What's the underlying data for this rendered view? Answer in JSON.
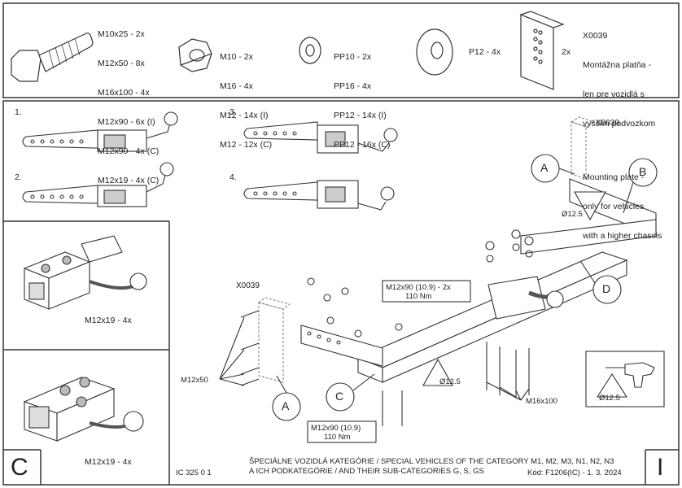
{
  "header": {
    "bolt_list": [
      "M10x25 - 2x",
      "M12x50 - 8x",
      "M16x100 - 4x",
      "M12x90 - 6x (I)",
      "M12x90 - 4x (C)",
      "M12x19 - 4x (C)"
    ],
    "nut_list": [
      "M10 - 2x",
      "M16 - 4x",
      "M12 - 14x (I)",
      "M12 - 12x (C)"
    ],
    "washer_list": [
      "PP10 - 2x",
      "PP16 - 4x",
      "PP12 - 14x (I)",
      "PP12 - 16x (C)"
    ],
    "big_washer": "P12 - 4x",
    "plate_qty": "2x",
    "plate_code": "X0039",
    "plate_desc_sk": [
      "Montážna platňa -",
      "len pre vozidlá s",
      "vyšším podvozkom"
    ],
    "plate_desc_en": [
      "Mounting plate -",
      "only for vehicles",
      "with a higher chassis"
    ]
  },
  "variants": [
    "1.",
    "2.",
    "3.",
    "4."
  ],
  "details": {
    "bolt_label_1": "M12x19 - 4x",
    "bolt_label_2": "M12x19 - 4x"
  },
  "main": {
    "x0039_top": "X0039",
    "x0039_left": "X0039",
    "callout_A1": "A",
    "callout_A2": "A",
    "callout_B": "B",
    "callout_C": "C",
    "callout_D": "D",
    "dia_top": "Ø12.5",
    "dia_bottom": "Ø12.5",
    "dia_drill": "Ø12.5",
    "m12x90_mid": "M12x90 (10.9) - 2x",
    "torque_mid": "110 Nm",
    "m12x90_bot": "M12x90 (10.9)",
    "torque_bot": "110 Nm",
    "m12x50": "M12x50",
    "m16x100": "M16x100"
  },
  "footer": {
    "big_letter_left": "C",
    "code": "IC 325 0 1",
    "note_line1": "ŠPECIÁLNE VOZIDLÁ KATEGÓRIE / SPECIAL VEHICLES OF THE CATEGORY M1, M2, M3, N1, N2, N3",
    "note_line2": "A ICH PODKATEGÓRIE / AND THEIR SUB-CATEGORIES G, S, GS",
    "kod": "Kód: F1206(IC) - 1. 3. 2024",
    "big_letter_right": "I"
  }
}
